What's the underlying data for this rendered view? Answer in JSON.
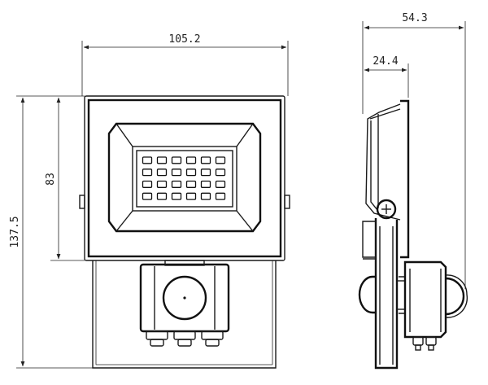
{
  "dimensions": {
    "width_front": "105.2",
    "height_total": "137.5",
    "height_body": "83",
    "depth_total": "54.3",
    "depth_body": "24.4"
  },
  "led_grid": {
    "rows": 4,
    "cols": 6
  }
}
